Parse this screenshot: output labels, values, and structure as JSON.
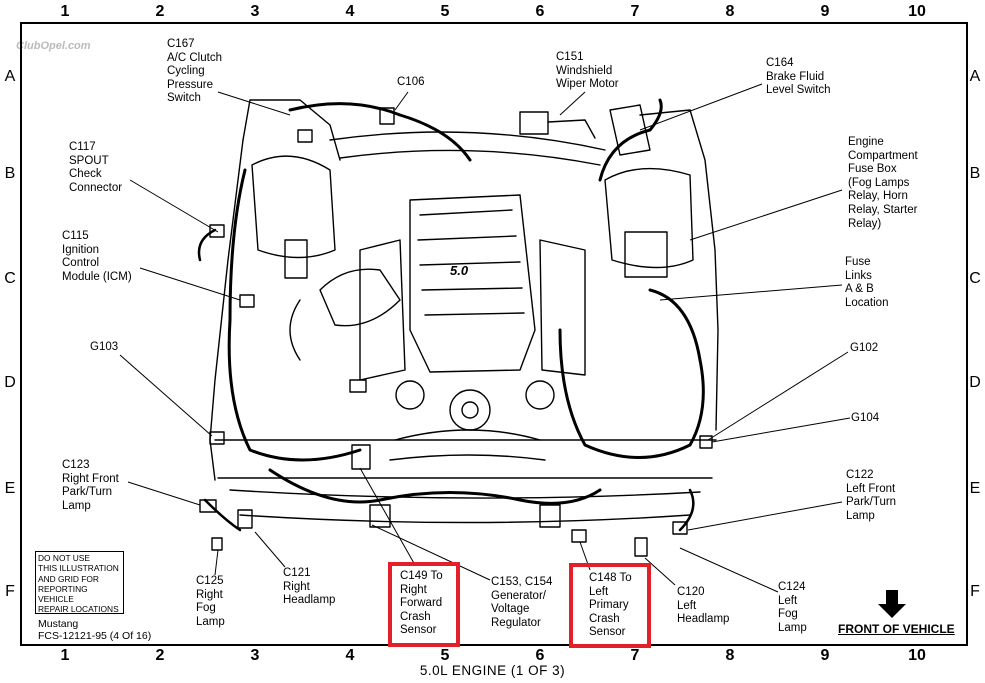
{
  "watermark": "ClubOpel.com",
  "grid": {
    "columns": [
      "1",
      "2",
      "3",
      "4",
      "5",
      "6",
      "7",
      "8",
      "9",
      "10"
    ],
    "rows": [
      "A",
      "B",
      "C",
      "D",
      "E",
      "F"
    ]
  },
  "labels": {
    "c167": [
      "C167",
      "A/C Clutch",
      "Cycling",
      "Pressure",
      "Switch"
    ],
    "c106": [
      "C106"
    ],
    "c151": [
      "C151",
      "Windshield",
      "Wiper Motor"
    ],
    "c164": [
      "C164",
      "Brake Fluid",
      "Level Switch"
    ],
    "c117": [
      "C117",
      "SPOUT",
      "Check",
      "Connector"
    ],
    "engine_fuse_box": [
      "Engine",
      "Compartment",
      "Fuse Box",
      "(Fog Lamps",
      "Relay, Horn",
      "Relay, Starter",
      "Relay)"
    ],
    "c115": [
      "C115",
      "Ignition",
      "Control",
      "Module (ICM)"
    ],
    "fuse_links": [
      "Fuse",
      "Links",
      "A & B",
      "Location"
    ],
    "g103": [
      "G103"
    ],
    "g102": [
      "G102"
    ],
    "g104": [
      "G104"
    ],
    "c123": [
      "C123",
      "Right Front",
      "Park/Turn",
      "Lamp"
    ],
    "c122": [
      "C122",
      "Left Front",
      "Park/Turn",
      "Lamp"
    ],
    "c125": [
      "C125",
      "Right",
      "Fog",
      "Lamp"
    ],
    "c121": [
      "C121",
      "Right",
      "Headlamp"
    ],
    "c149": [
      "C149 To",
      "Right",
      "Forward",
      "Crash",
      "Sensor"
    ],
    "c153_c154": [
      "C153, C154",
      "Generator/",
      "Voltage",
      "Regulator"
    ],
    "c148": [
      "C148 To",
      "Left",
      "Primary",
      "Crash",
      "Sensor"
    ],
    "c120": [
      "C120",
      "Left",
      "Headlamp"
    ],
    "c124": [
      "C124",
      "Left",
      "Fog",
      "Lamp"
    ]
  },
  "notice": [
    "DO NOT USE",
    "THIS ILLUSTRATION",
    "AND GRID FOR",
    "REPORTING VEHICLE",
    "REPAIR LOCATIONS"
  ],
  "model": "Mustang",
  "figure_code": "FCS-12121-95 (4 Of 16)",
  "front_of_vehicle": "FRONT OF VEHICLE",
  "footer_title": "5.0L ENGINE (1 OF 3)",
  "engine_badge": "5.0",
  "highlight_color": "#e2202b"
}
